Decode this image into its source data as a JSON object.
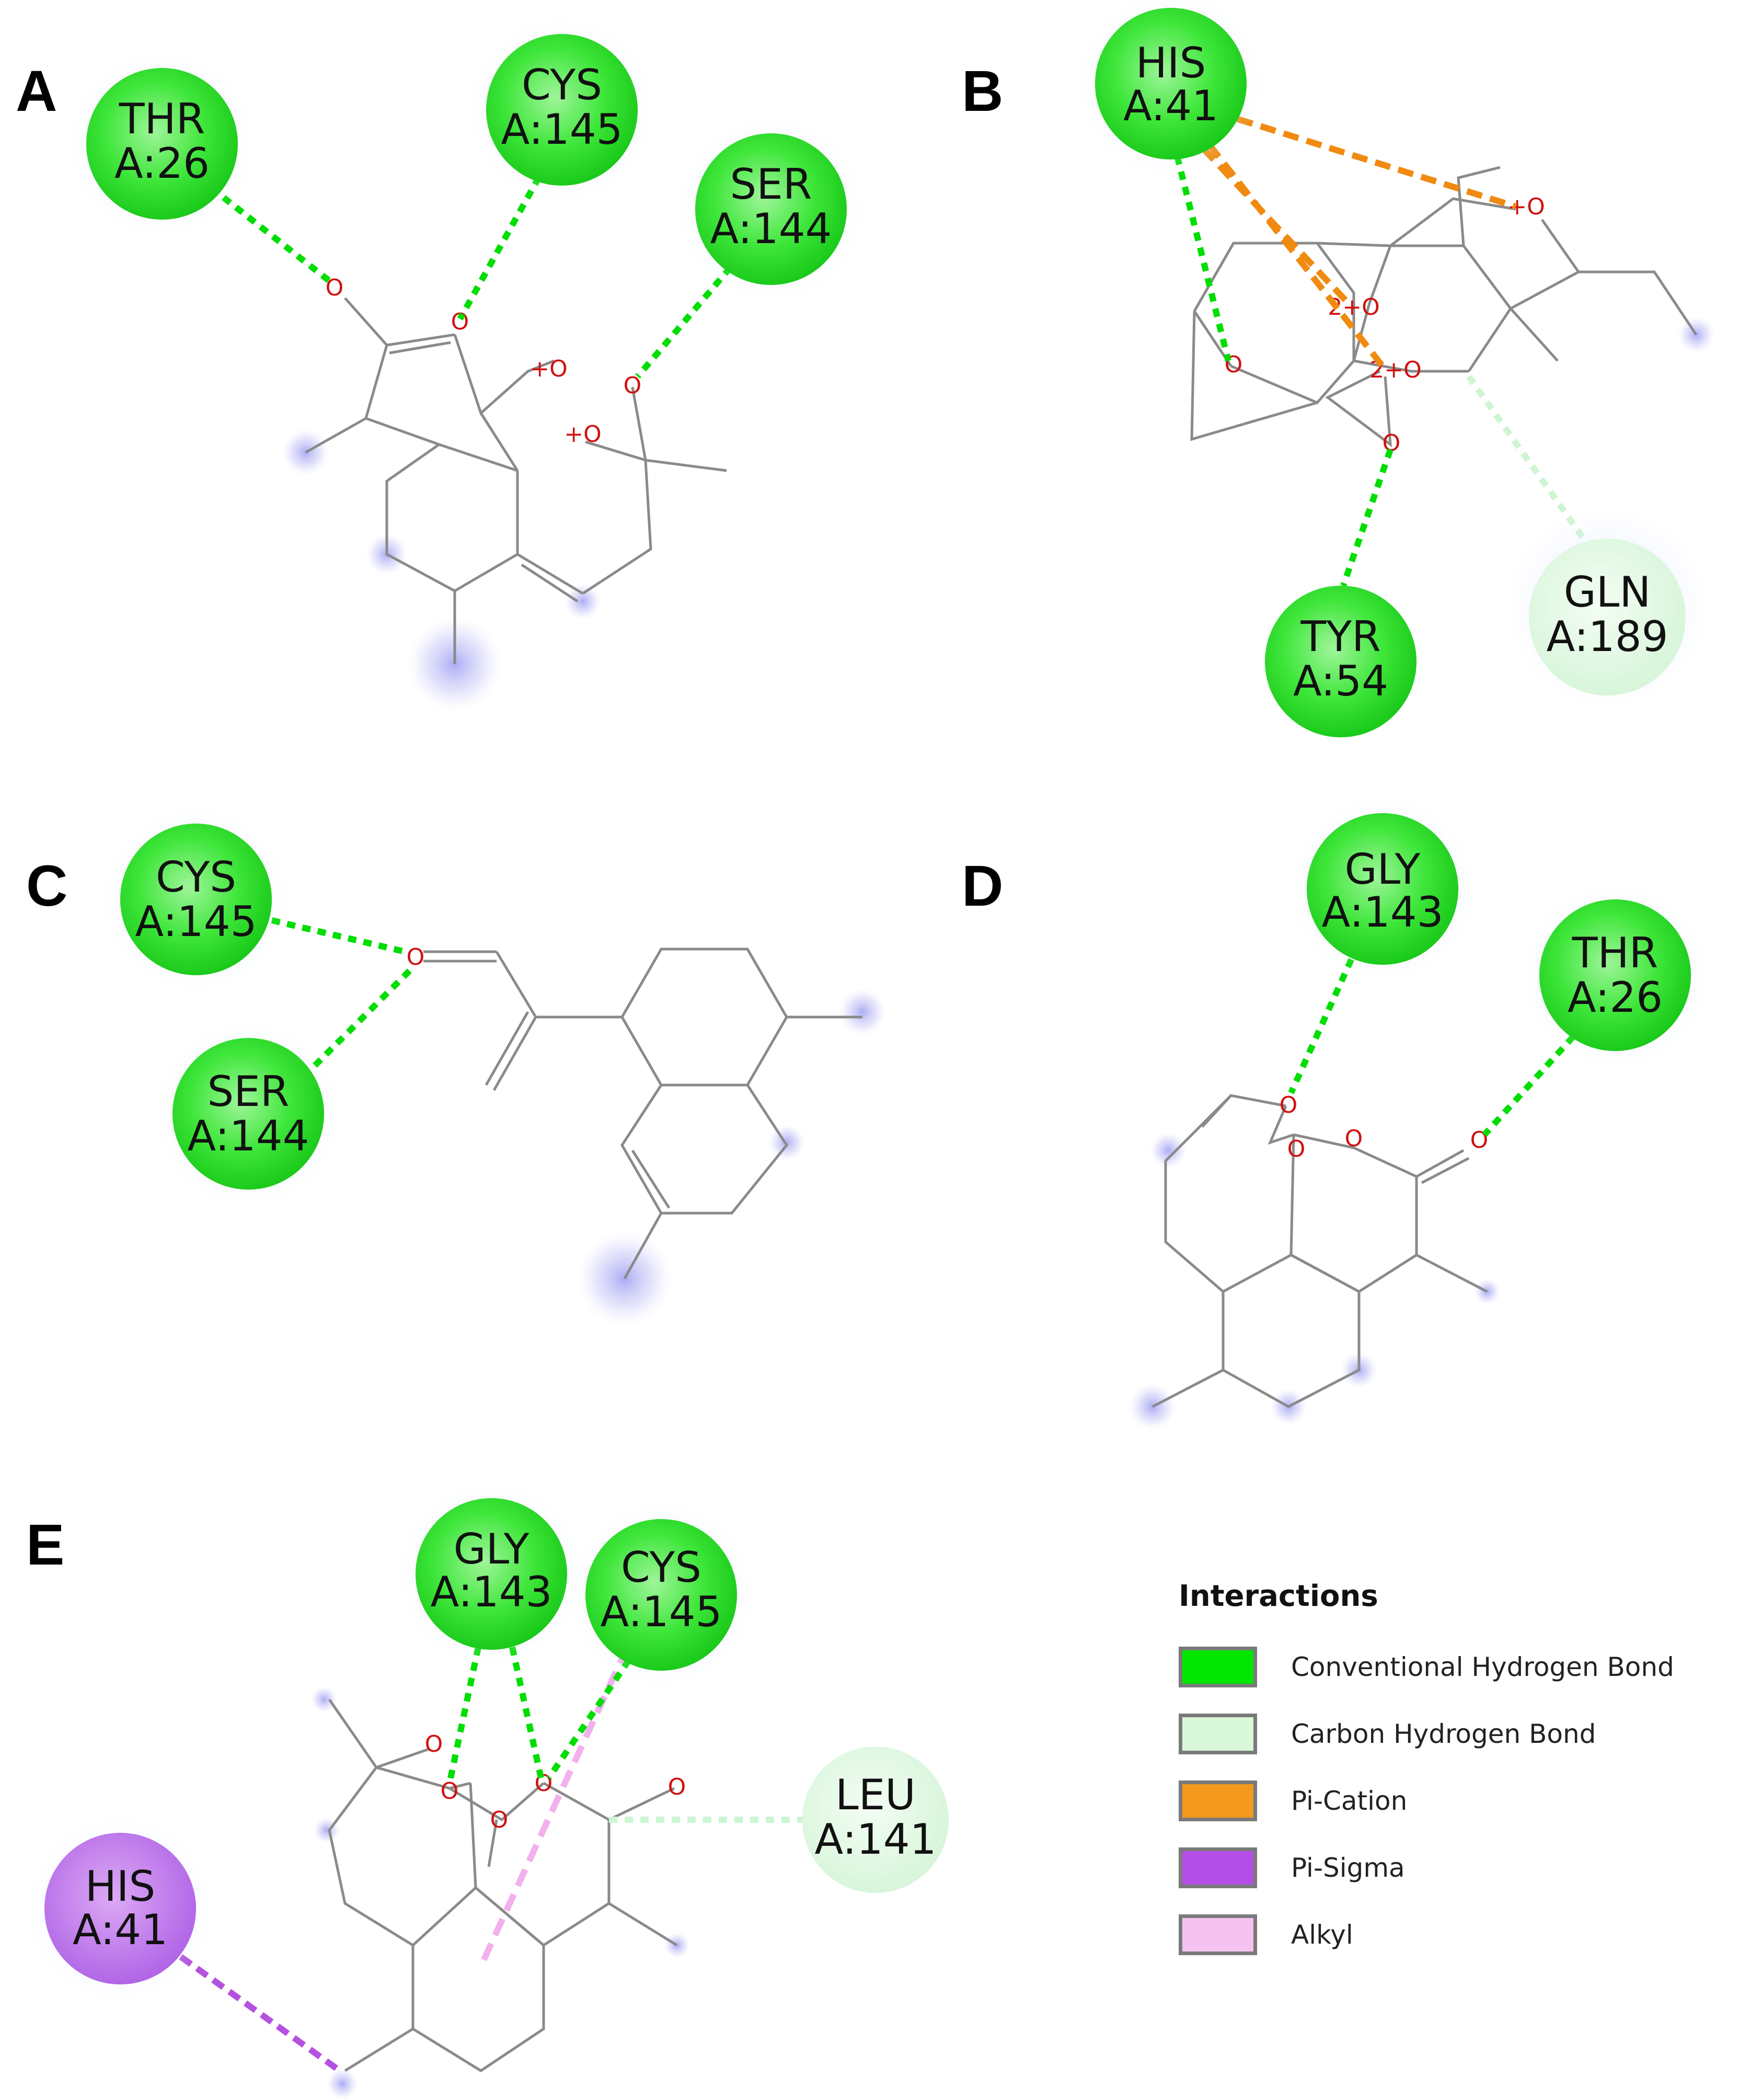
{
  "panels": {
    "A": {
      "label": "A",
      "residues": [
        {
          "name": "THR",
          "chain": "A:26",
          "type": "conventional"
        },
        {
          "name": "CYS",
          "chain": "A:145",
          "type": "conventional"
        },
        {
          "name": "SER",
          "chain": "A:144",
          "type": "conventional"
        }
      ]
    },
    "B": {
      "label": "B",
      "residues": [
        {
          "name": "HIS",
          "chain": "A:41",
          "type": "conventional"
        },
        {
          "name": "TYR",
          "chain": "A:54",
          "type": "conventional"
        },
        {
          "name": "GLN",
          "chain": "A:189",
          "type": "carbon"
        }
      ]
    },
    "C": {
      "label": "C",
      "residues": [
        {
          "name": "CYS",
          "chain": "A:145",
          "type": "conventional"
        },
        {
          "name": "SER",
          "chain": "A:144",
          "type": "conventional"
        }
      ]
    },
    "D": {
      "label": "D",
      "residues": [
        {
          "name": "GLY",
          "chain": "A:143",
          "type": "conventional"
        },
        {
          "name": "THR",
          "chain": "A:26",
          "type": "conventional"
        }
      ]
    },
    "E": {
      "label": "E",
      "residues": [
        {
          "name": "GLY",
          "chain": "A:143",
          "type": "conventional"
        },
        {
          "name": "CYS",
          "chain": "A:145",
          "type": "conventional"
        },
        {
          "name": "LEU",
          "chain": "A:141",
          "type": "carbon"
        },
        {
          "name": "HIS",
          "chain": "A:41",
          "type": "pisigma"
        }
      ]
    }
  },
  "atoms": {
    "oxygen": "O",
    "charged_oxygen": "+O",
    "double_charged_oxygen": "2+O"
  },
  "legend": {
    "title": "Interactions",
    "items": [
      {
        "label": "Conventional Hydrogen Bond",
        "color": "#00e600"
      },
      {
        "label": "Carbon Hydrogen Bond",
        "color": "#d9f7d9"
      },
      {
        "label": "Pi-Cation",
        "color": "#f39a1e"
      },
      {
        "label": "Pi-Sigma",
        "color": "#b44ee8"
      },
      {
        "label": "Alkyl",
        "color": "#f6c3f1"
      }
    ]
  },
  "colors": {
    "conventional": "#00d000",
    "carbon": "#cdf5d2",
    "picat": "#f08a10",
    "pisigma": "#b452e0",
    "alkyl": "#f2b0ee",
    "bond": "#8a8a8a",
    "oxygen": "#d01010"
  }
}
